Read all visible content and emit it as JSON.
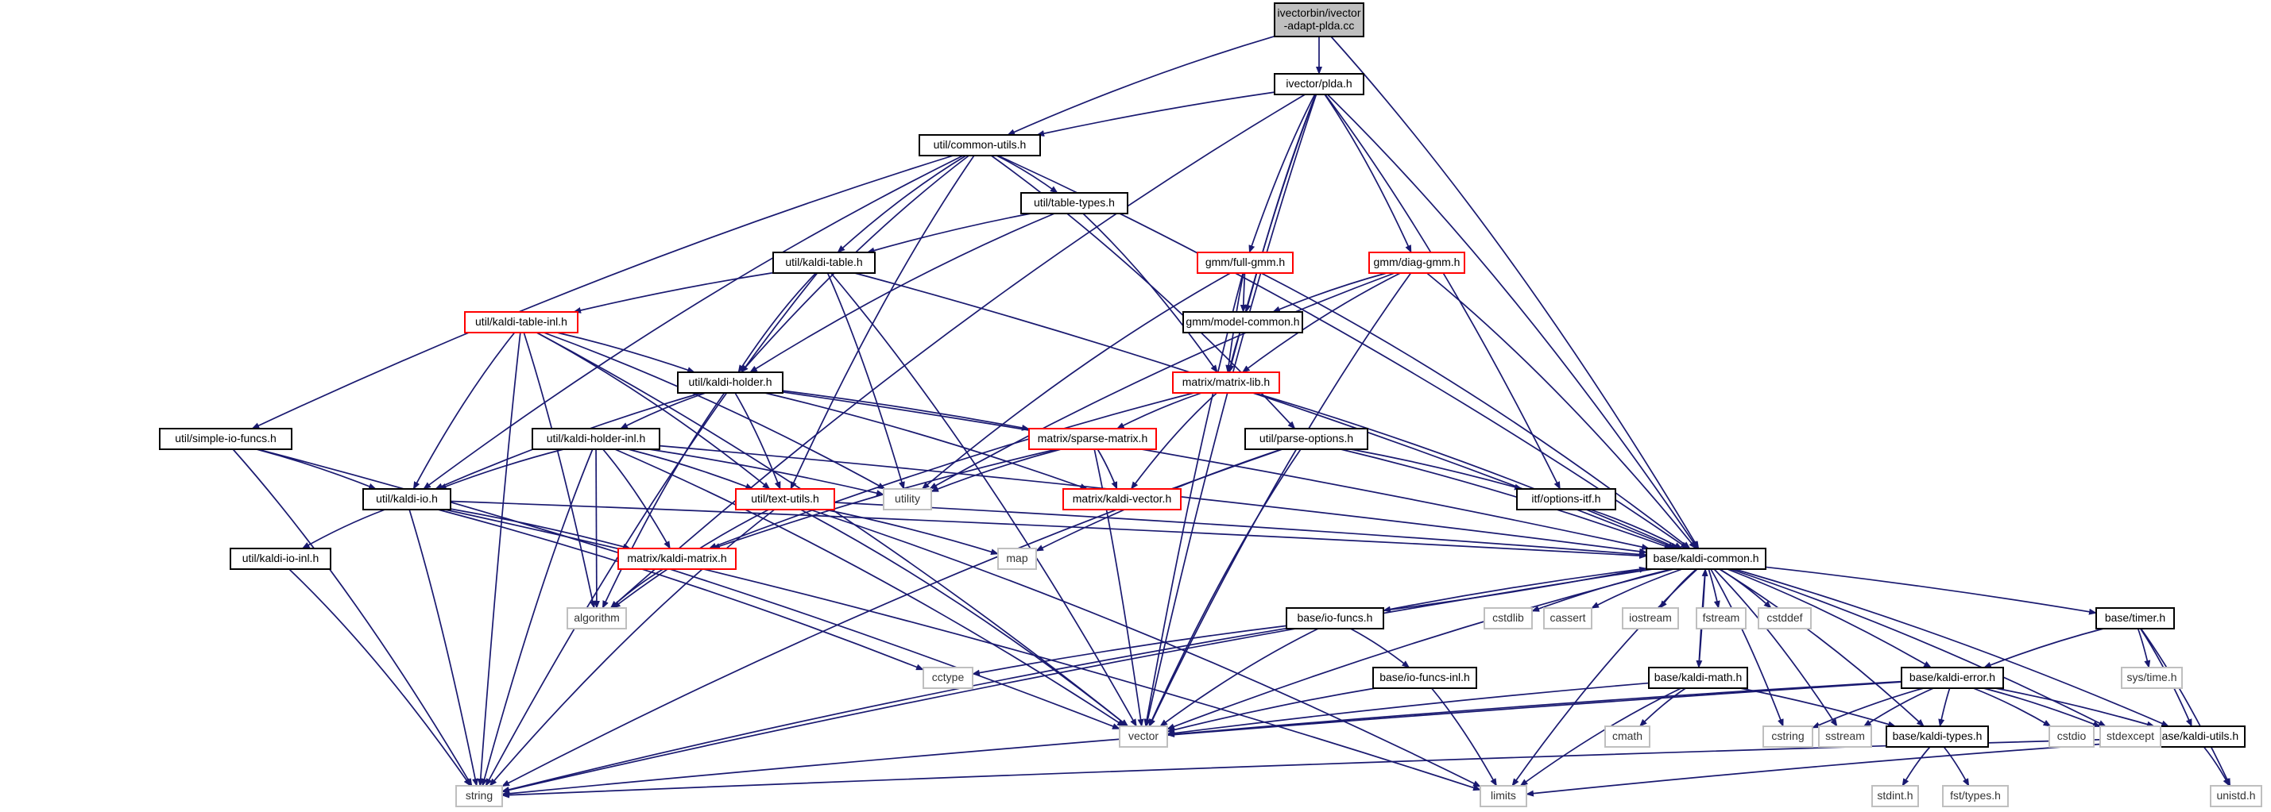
{
  "colors": {
    "edge": "#191970",
    "box_black": "#000000",
    "box_red": "#ff0000",
    "box_gray": "#bfbfbf",
    "root_fill": "#bfbfbf",
    "text": "#000000",
    "system_text": "#333333"
  },
  "nodes": [
    {
      "id": "root",
      "lines": [
        "ivectorbin/ivector",
        "-adapt-plda.cc"
      ],
      "style": "root"
    },
    {
      "id": "plda",
      "lines": [
        "ivector/plda.h"
      ],
      "style": "black"
    },
    {
      "id": "common_utils",
      "lines": [
        "util/common-utils.h"
      ],
      "style": "black"
    },
    {
      "id": "table_types",
      "lines": [
        "util/table-types.h"
      ],
      "style": "black"
    },
    {
      "id": "kaldi_table",
      "lines": [
        "util/kaldi-table.h"
      ],
      "style": "black"
    },
    {
      "id": "kaldi_table_inl",
      "lines": [
        "util/kaldi-table-inl.h"
      ],
      "style": "red"
    },
    {
      "id": "kaldi_holder",
      "lines": [
        "util/kaldi-holder.h"
      ],
      "style": "black"
    },
    {
      "id": "simple_io",
      "lines": [
        "util/simple-io-funcs.h"
      ],
      "style": "black"
    },
    {
      "id": "kaldi_holder_inl",
      "lines": [
        "util/kaldi-holder-inl.h"
      ],
      "style": "black"
    },
    {
      "id": "kaldi_io",
      "lines": [
        "util/kaldi-io.h"
      ],
      "style": "black"
    },
    {
      "id": "kaldi_io_inl",
      "lines": [
        "util/kaldi-io-inl.h"
      ],
      "style": "black"
    },
    {
      "id": "text_utils",
      "lines": [
        "util/text-utils.h"
      ],
      "style": "red"
    },
    {
      "id": "parse_options",
      "lines": [
        "util/parse-options.h"
      ],
      "style": "black"
    },
    {
      "id": "options_itf",
      "lines": [
        "itf/options-itf.h"
      ],
      "style": "black"
    },
    {
      "id": "full_gmm",
      "lines": [
        "gmm/full-gmm.h"
      ],
      "style": "red"
    },
    {
      "id": "diag_gmm",
      "lines": [
        "gmm/diag-gmm.h"
      ],
      "style": "red"
    },
    {
      "id": "model_common",
      "lines": [
        "gmm/model-common.h"
      ],
      "style": "black"
    },
    {
      "id": "matrix_lib",
      "lines": [
        "matrix/matrix-lib.h"
      ],
      "style": "red"
    },
    {
      "id": "sparse_matrix",
      "lines": [
        "matrix/sparse-matrix.h"
      ],
      "style": "red"
    },
    {
      "id": "kaldi_vector",
      "lines": [
        "matrix/kaldi-vector.h"
      ],
      "style": "red"
    },
    {
      "id": "kaldi_matrix",
      "lines": [
        "matrix/kaldi-matrix.h"
      ],
      "style": "red"
    },
    {
      "id": "kaldi_common",
      "lines": [
        "base/kaldi-common.h"
      ],
      "style": "black"
    },
    {
      "id": "io_funcs",
      "lines": [
        "base/io-funcs.h"
      ],
      "style": "black"
    },
    {
      "id": "io_funcs_inl",
      "lines": [
        "base/io-funcs-inl.h"
      ],
      "style": "black"
    },
    {
      "id": "kaldi_math",
      "lines": [
        "base/kaldi-math.h"
      ],
      "style": "black"
    },
    {
      "id": "timer",
      "lines": [
        "base/timer.h"
      ],
      "style": "black"
    },
    {
      "id": "kaldi_error",
      "lines": [
        "base/kaldi-error.h"
      ],
      "style": "black"
    },
    {
      "id": "kaldi_types",
      "lines": [
        "base/kaldi-types.h"
      ],
      "style": "black"
    },
    {
      "id": "kaldi_utils",
      "lines": [
        "base/kaldi-utils.h"
      ],
      "style": "black"
    },
    {
      "id": "utility",
      "lines": [
        "utility"
      ],
      "style": "gray"
    },
    {
      "id": "map",
      "lines": [
        "map"
      ],
      "style": "gray"
    },
    {
      "id": "algorithm",
      "lines": [
        "algorithm"
      ],
      "style": "gray"
    },
    {
      "id": "cctype",
      "lines": [
        "cctype"
      ],
      "style": "gray"
    },
    {
      "id": "vector",
      "lines": [
        "vector"
      ],
      "style": "gray"
    },
    {
      "id": "string",
      "lines": [
        "string"
      ],
      "style": "gray"
    },
    {
      "id": "limits",
      "lines": [
        "limits"
      ],
      "style": "gray"
    },
    {
      "id": "cstdlib",
      "lines": [
        "cstdlib"
      ],
      "style": "gray"
    },
    {
      "id": "cassert",
      "lines": [
        "cassert"
      ],
      "style": "gray"
    },
    {
      "id": "iostream",
      "lines": [
        "iostream"
      ],
      "style": "gray"
    },
    {
      "id": "fstream",
      "lines": [
        "fstream"
      ],
      "style": "gray"
    },
    {
      "id": "cstddef",
      "lines": [
        "cstddef"
      ],
      "style": "gray"
    },
    {
      "id": "cmath",
      "lines": [
        "cmath"
      ],
      "style": "gray"
    },
    {
      "id": "cstring",
      "lines": [
        "cstring"
      ],
      "style": "gray"
    },
    {
      "id": "sstream",
      "lines": [
        "sstream"
      ],
      "style": "gray"
    },
    {
      "id": "cstdio",
      "lines": [
        "cstdio"
      ],
      "style": "gray"
    },
    {
      "id": "stdexcept",
      "lines": [
        "stdexcept"
      ],
      "style": "gray"
    },
    {
      "id": "sys_time",
      "lines": [
        "sys/time.h"
      ],
      "style": "gray"
    },
    {
      "id": "stdint",
      "lines": [
        "stdint.h"
      ],
      "style": "gray"
    },
    {
      "id": "fst_types",
      "lines": [
        "fst/types.h"
      ],
      "style": "gray"
    },
    {
      "id": "unistd",
      "lines": [
        "unistd.h"
      ],
      "style": "gray"
    }
  ],
  "edges": [
    [
      "root",
      "plda"
    ],
    [
      "root",
      "common_utils"
    ],
    [
      "root",
      "kaldi_common"
    ],
    [
      "plda",
      "common_utils"
    ],
    [
      "plda",
      "full_gmm"
    ],
    [
      "plda",
      "diag_gmm"
    ],
    [
      "plda",
      "model_common"
    ],
    [
      "plda",
      "matrix_lib"
    ],
    [
      "plda",
      "options_itf"
    ],
    [
      "plda",
      "kaldi_common"
    ],
    [
      "plda",
      "vector"
    ],
    [
      "plda",
      "algorithm"
    ],
    [
      "common_utils",
      "table_types"
    ],
    [
      "common_utils",
      "kaldi_table"
    ],
    [
      "common_utils",
      "kaldi_holder"
    ],
    [
      "common_utils",
      "simple_io"
    ],
    [
      "common_utils",
      "kaldi_io"
    ],
    [
      "common_utils",
      "text_utils"
    ],
    [
      "common_utils",
      "parse_options"
    ],
    [
      "common_utils",
      "kaldi_common"
    ],
    [
      "table_types",
      "kaldi_table"
    ],
    [
      "table_types",
      "kaldi_holder"
    ],
    [
      "table_types",
      "matrix_lib"
    ],
    [
      "kaldi_table",
      "kaldi_table_inl"
    ],
    [
      "kaldi_table",
      "kaldi_holder"
    ],
    [
      "kaldi_table",
      "utility"
    ],
    [
      "kaldi_table",
      "vector"
    ],
    [
      "kaldi_table",
      "string"
    ],
    [
      "kaldi_table",
      "kaldi_common"
    ],
    [
      "kaldi_table_inl",
      "kaldi_holder"
    ],
    [
      "kaldi_table_inl",
      "kaldi_io"
    ],
    [
      "kaldi_table_inl",
      "text_utils"
    ],
    [
      "kaldi_table_inl",
      "algorithm"
    ],
    [
      "kaldi_table_inl",
      "vector"
    ],
    [
      "kaldi_table_inl",
      "string"
    ],
    [
      "kaldi_table_inl",
      "utility"
    ],
    [
      "kaldi_holder",
      "kaldi_holder_inl"
    ],
    [
      "kaldi_holder",
      "kaldi_io"
    ],
    [
      "kaldi_holder",
      "text_utils"
    ],
    [
      "kaldi_holder",
      "sparse_matrix"
    ],
    [
      "kaldi_holder",
      "kaldi_vector"
    ],
    [
      "kaldi_holder",
      "algorithm"
    ],
    [
      "kaldi_holder",
      "kaldi_common"
    ],
    [
      "kaldi_holder_inl",
      "kaldi_io"
    ],
    [
      "kaldi_holder_inl",
      "text_utils"
    ],
    [
      "kaldi_holder_inl",
      "kaldi_matrix"
    ],
    [
      "kaldi_holder_inl",
      "utility"
    ],
    [
      "kaldi_holder_inl",
      "algorithm"
    ],
    [
      "kaldi_holder_inl",
      "vector"
    ],
    [
      "kaldi_holder_inl",
      "string"
    ],
    [
      "kaldi_holder_inl",
      "kaldi_common"
    ],
    [
      "simple_io",
      "kaldi_io"
    ],
    [
      "simple_io",
      "string"
    ],
    [
      "simple_io",
      "vector"
    ],
    [
      "kaldi_io",
      "kaldi_io_inl"
    ],
    [
      "kaldi_io",
      "kaldi_matrix"
    ],
    [
      "kaldi_io",
      "kaldi_common"
    ],
    [
      "kaldi_io",
      "cctype"
    ],
    [
      "kaldi_io",
      "string"
    ],
    [
      "kaldi_io",
      "limits"
    ],
    [
      "kaldi_io_inl",
      "string"
    ],
    [
      "text_utils",
      "kaldi_common"
    ],
    [
      "text_utils",
      "map"
    ],
    [
      "text_utils",
      "algorithm"
    ],
    [
      "text_utils",
      "vector"
    ],
    [
      "text_utils",
      "string"
    ],
    [
      "text_utils",
      "limits"
    ],
    [
      "parse_options",
      "options_itf"
    ],
    [
      "parse_options",
      "kaldi_common"
    ],
    [
      "parse_options",
      "map"
    ],
    [
      "parse_options",
      "vector"
    ],
    [
      "parse_options",
      "string"
    ],
    [
      "options_itf",
      "kaldi_common"
    ],
    [
      "full_gmm",
      "model_common"
    ],
    [
      "full_gmm",
      "matrix_lib"
    ],
    [
      "full_gmm",
      "utility"
    ],
    [
      "full_gmm",
      "vector"
    ],
    [
      "full_gmm",
      "kaldi_common"
    ],
    [
      "diag_gmm",
      "model_common"
    ],
    [
      "diag_gmm",
      "matrix_lib"
    ],
    [
      "diag_gmm",
      "utility"
    ],
    [
      "diag_gmm",
      "vector"
    ],
    [
      "diag_gmm",
      "kaldi_common"
    ],
    [
      "model_common",
      "matrix_lib"
    ],
    [
      "matrix_lib",
      "sparse_matrix"
    ],
    [
      "matrix_lib",
      "kaldi_vector"
    ],
    [
      "matrix_lib",
      "kaldi_matrix"
    ],
    [
      "matrix_lib",
      "kaldi_common"
    ],
    [
      "sparse_matrix",
      "kaldi_vector"
    ],
    [
      "sparse_matrix",
      "kaldi_matrix"
    ],
    [
      "sparse_matrix",
      "utility"
    ],
    [
      "sparse_matrix",
      "vector"
    ],
    [
      "kaldi_matrix",
      "algorithm"
    ],
    [
      "kaldi_common",
      "io_funcs"
    ],
    [
      "kaldi_common",
      "kaldi_math"
    ],
    [
      "kaldi_common",
      "timer"
    ],
    [
      "kaldi_common",
      "kaldi_error"
    ],
    [
      "kaldi_common",
      "kaldi_types"
    ],
    [
      "kaldi_common",
      "kaldi_utils"
    ],
    [
      "kaldi_common",
      "cstdlib"
    ],
    [
      "kaldi_common",
      "cassert"
    ],
    [
      "kaldi_common",
      "iostream"
    ],
    [
      "kaldi_common",
      "fstream"
    ],
    [
      "kaldi_common",
      "cstddef"
    ],
    [
      "kaldi_common",
      "cstring"
    ],
    [
      "kaldi_common",
      "sstream"
    ],
    [
      "kaldi_common",
      "stdexcept"
    ],
    [
      "kaldi_common",
      "string"
    ],
    [
      "kaldi_common",
      "vector"
    ],
    [
      "kaldi_common",
      "limits"
    ],
    [
      "io_funcs",
      "kaldi_common"
    ],
    [
      "io_funcs",
      "io_funcs_inl"
    ],
    [
      "io_funcs",
      "cctype"
    ],
    [
      "io_funcs",
      "vector"
    ],
    [
      "io_funcs",
      "string"
    ],
    [
      "io_funcs_inl",
      "vector"
    ],
    [
      "io_funcs_inl",
      "limits"
    ],
    [
      "kaldi_math",
      "kaldi_common"
    ],
    [
      "kaldi_math",
      "kaldi_types"
    ],
    [
      "kaldi_math",
      "cmath"
    ],
    [
      "kaldi_math",
      "limits"
    ],
    [
      "kaldi_math",
      "vector"
    ],
    [
      "timer",
      "kaldi_error"
    ],
    [
      "timer",
      "kaldi_utils"
    ],
    [
      "timer",
      "sys_time"
    ],
    [
      "timer",
      "unistd"
    ],
    [
      "kaldi_error",
      "kaldi_types"
    ],
    [
      "kaldi_error",
      "kaldi_utils"
    ],
    [
      "kaldi_error",
      "cstring"
    ],
    [
      "kaldi_error",
      "sstream"
    ],
    [
      "kaldi_error",
      "cstdio"
    ],
    [
      "kaldi_error",
      "stdexcept"
    ],
    [
      "kaldi_error",
      "string"
    ],
    [
      "kaldi_error",
      "vector"
    ],
    [
      "kaldi_types",
      "stdint"
    ],
    [
      "kaldi_types",
      "fst_types"
    ],
    [
      "kaldi_utils",
      "string"
    ],
    [
      "kaldi_utils",
      "limits"
    ],
    [
      "kaldi_utils",
      "unistd"
    ]
  ]
}
